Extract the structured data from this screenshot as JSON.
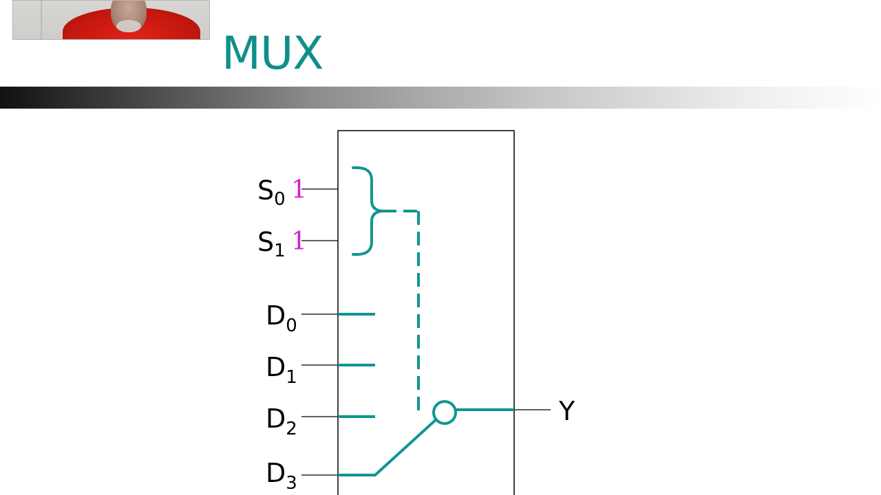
{
  "slide": {
    "title": "MUX"
  },
  "diagram": {
    "select_inputs": [
      {
        "label": "S",
        "subscript": "0",
        "value": "1"
      },
      {
        "label": "S",
        "subscript": "1",
        "value": "1"
      }
    ],
    "data_inputs": [
      {
        "label": "D",
        "subscript": "0"
      },
      {
        "label": "D",
        "subscript": "1"
      },
      {
        "label": "D",
        "subscript": "2"
      },
      {
        "label": "D",
        "subscript": "3"
      }
    ],
    "output": {
      "label": "Y"
    },
    "selected_input_index": 3
  },
  "colors": {
    "accent": "#0f9690",
    "select_value": "#cc22cc",
    "line": "#000000",
    "title": "#0f8f8a"
  }
}
